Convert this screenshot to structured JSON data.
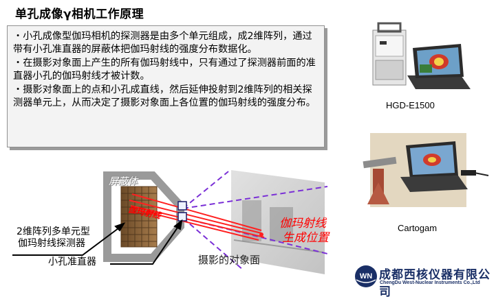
{
  "title": "单孔成像γ相机工作原理",
  "bullets": [
    "・小孔成像型伽玛相机的探测器是由多个单元组成，成2维阵列，通过带有小孔准直器的屏蔽体把伽玛射线的强度分布数据化。",
    "・在摄影对象面上产生的所有伽玛射线中，只有通过了探测器前面的准直器小孔的伽玛射线才被计数。",
    "・摄影对象面上的点和小孔成直线，然后延伸投射到2维阵列的相关探测器单元上，从而决定了摄影对象面上各位置的伽玛射线的强度分布。"
  ],
  "products": [
    {
      "caption": "HGD-E1500"
    },
    {
      "caption": "Cartogam"
    }
  ],
  "diagram": {
    "shield_label": "屏蔽体",
    "ray_label": "伽玛射线",
    "source_label_line1": "伽玛射线",
    "source_label_line2": "生成位置",
    "detector_label_line1": "2维阵列多单元型",
    "detector_label_line2": "伽玛射线探测器",
    "collimator_label": "小孔准直器",
    "object_label": "摄影的对象面",
    "colors": {
      "ray": "#ff2020",
      "ray_text": "#ff0000",
      "fov": "#7a2fd6",
      "shield": "#9a9a9a"
    }
  },
  "logo": {
    "mark": "WN",
    "company_cn": "成都西核仪器有限公司",
    "company_en": "ChengDu West-Nuclear Instruments Co.,Ltd"
  }
}
